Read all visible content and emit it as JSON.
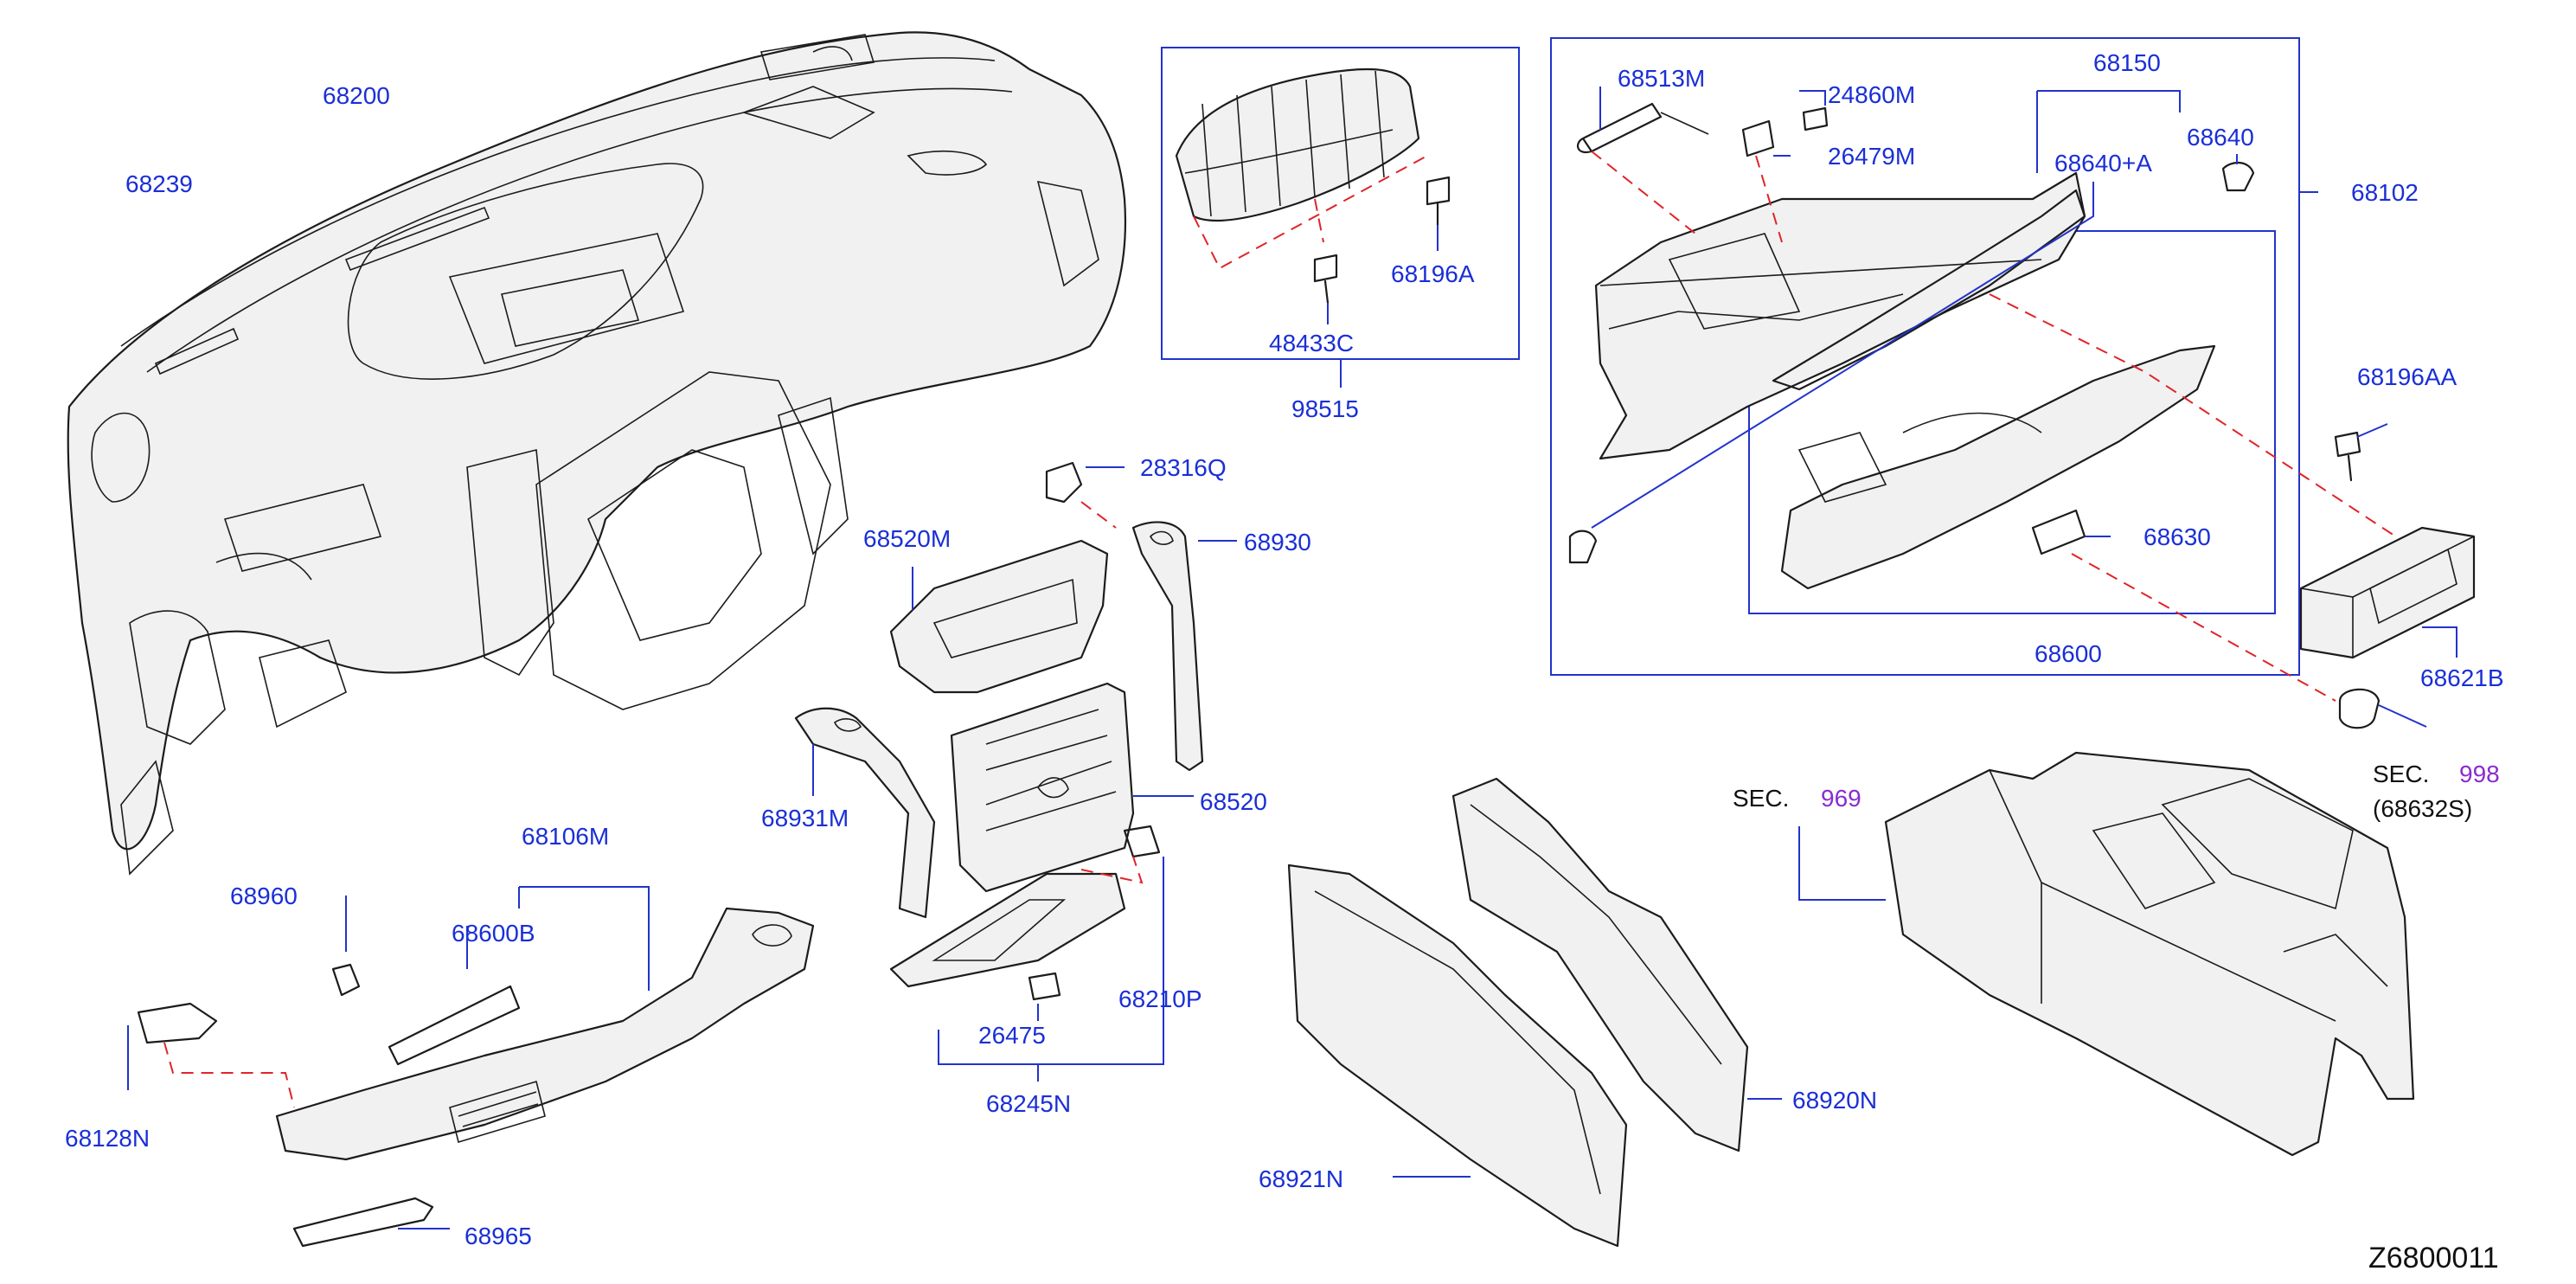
{
  "diagram": {
    "code": "Z6800011",
    "sections": [
      {
        "prefix": "SEC.",
        "number": "969",
        "sub": ""
      },
      {
        "prefix": "SEC.",
        "number": "998",
        "sub": "(68632S)"
      }
    ],
    "callouts": {
      "c68200": "68200",
      "c68239": "68239",
      "c98515": "98515",
      "c48433C": "48433C",
      "c68196A": "68196A",
      "c68513M": "68513M",
      "c24860M": "24860M",
      "c26479M": "26479M",
      "c68150": "68150",
      "c68640A": "68640+A",
      "c68640": "68640",
      "c68102": "68102",
      "c68630": "68630",
      "c68600": "68600",
      "c68196AA": "68196AA",
      "c68621B": "68621B",
      "c28316Q": "28316Q",
      "c68520M": "68520M",
      "c68930": "68930",
      "c68931M": "68931M",
      "c68520": "68520",
      "c68210P": "68210P",
      "c26475": "26475",
      "c68245N": "68245N",
      "c68106M": "68106M",
      "c68960": "68960",
      "c68600B": "68600B",
      "c68128N": "68128N",
      "c68965": "68965",
      "c68920N": "68920N",
      "c68921N": "68921N"
    },
    "colors": {
      "callout": "#1a2fd6",
      "leader": "#2233cc",
      "dashed_connector": "#e0242a",
      "section_number": "#8a2bd1",
      "linework": "#1c1c1c"
    }
  }
}
